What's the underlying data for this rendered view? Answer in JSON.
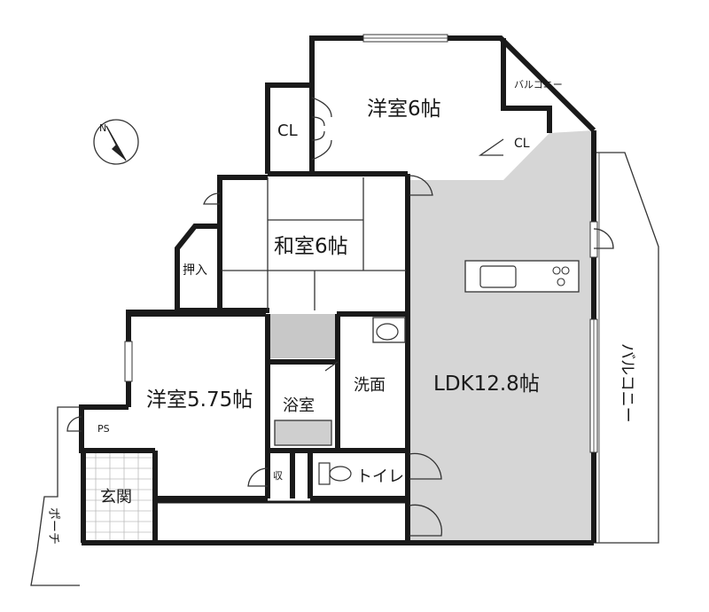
{
  "rooms": {
    "western_room_north": "洋室6帖",
    "closet_north": "CL",
    "closet_east": "CL",
    "balcony_north": "バルコニー",
    "japanese_room": "和室6帖",
    "oshiire": "押入",
    "western_room_south": "洋室5.75帖",
    "bathroom": "浴室",
    "washroom": "洗面",
    "ldk": "LDK12.8帖",
    "balcony_east": "バルコニー",
    "pipe_space": "PS",
    "storage": "収",
    "toilet": "トイレ",
    "entrance": "玄関",
    "porch": "ポーチ"
  },
  "compass": {
    "north_label": "N"
  },
  "colors": {
    "ldk_fill": "#d6d6d6",
    "bath_gray": "#c8c8c8",
    "wall": "#1a1a1a"
  }
}
